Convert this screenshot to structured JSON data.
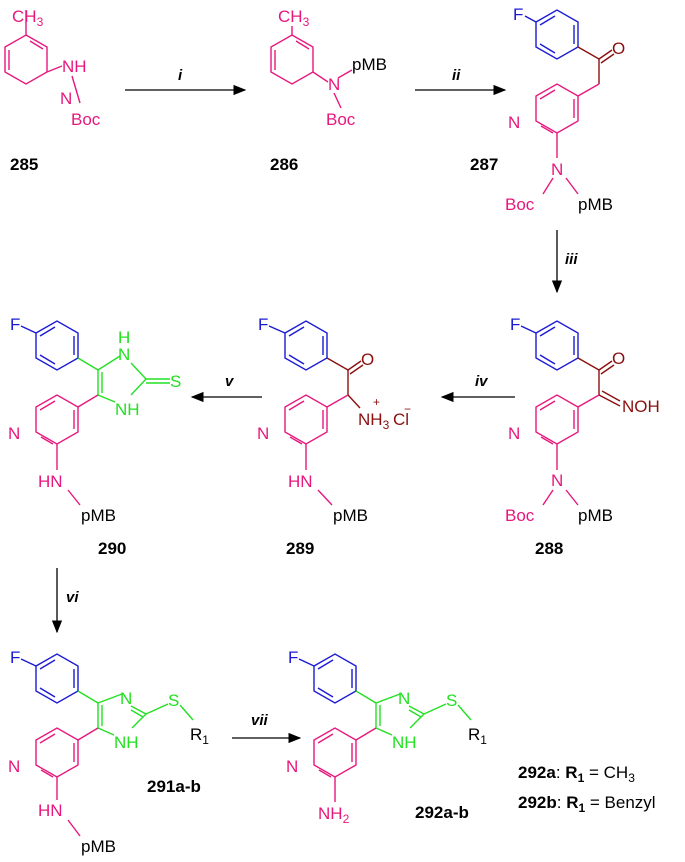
{
  "scheme": {
    "compounds": {
      "c285": "285",
      "c286": "286",
      "c287": "287",
      "c288": "288",
      "c289": "289",
      "c290": "290",
      "c291": "291a-b",
      "c292": "292a-b"
    },
    "steps": {
      "s1": "i",
      "s2": "ii",
      "s3": "iii",
      "s4": "iv",
      "s5": "v",
      "s6": "vi",
      "s7": "vii"
    },
    "atoms": {
      "N": "N",
      "NH": "NH",
      "H": "H",
      "HN": "HN",
      "F": "F",
      "O": "O",
      "S": "S",
      "Boc": "Boc",
      "pMB": "pMB",
      "NOH": "NOH",
      "NH3": "NH",
      "sub3": "3",
      "Cl": "Cl",
      "plus": "+",
      "minus": "−",
      "CH": "CH",
      "R": "R",
      "sub1": "1",
      "NH2": "NH",
      "sub2": "2"
    },
    "legend": {
      "a_code": "292a",
      "a_r": "R",
      "a_sub": "1",
      "a_val": " = CH",
      "a_valsub": "3",
      "b_code": "292b",
      "b_r": "R",
      "b_sub": "1",
      "b_val": " = Benzyl",
      "colon": ": "
    }
  },
  "colors": {
    "pyridine": "#e8177d",
    "fluorophenyl": "#1a1ad4",
    "imidazole": "#22e022",
    "ketone_side": "#8b1010"
  }
}
